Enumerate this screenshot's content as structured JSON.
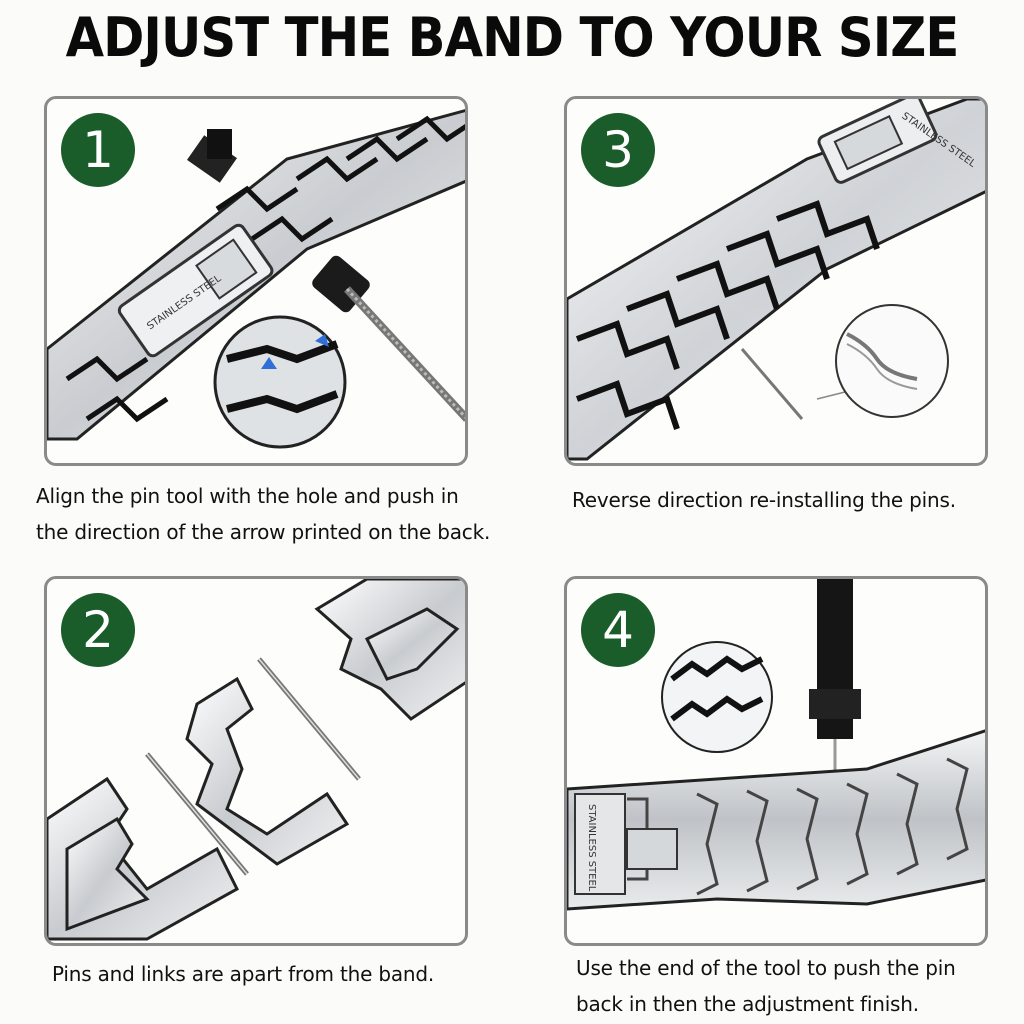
{
  "title": "ADJUST THE BAND TO YOUR SIZE",
  "steps": [
    {
      "number": "1",
      "caption_lines": [
        "Align the pin tool with the hole and push in",
        "the direction of the arrow printed on the back."
      ],
      "clasp_text": "STAINLESS STEEL"
    },
    {
      "number": "3",
      "caption_lines": [
        "Reverse direction re-installing the pins."
      ],
      "clasp_text": "STAINLESS STEEL"
    },
    {
      "number": "2",
      "caption_lines": [
        "Pins and links are apart from the band."
      ]
    },
    {
      "number": "4",
      "caption_lines": [
        "Use the end of the tool to push the pin",
        "back in then the adjustment finish."
      ],
      "clasp_text": "STAINLESS STEEL"
    }
  ],
  "colors": {
    "badge": "#1a5c2a",
    "panel_border": "#8a8a8a",
    "metal_light": "#e9ebed",
    "metal_dark": "#1c1c1c",
    "arrow": "#2f6fd6"
  }
}
